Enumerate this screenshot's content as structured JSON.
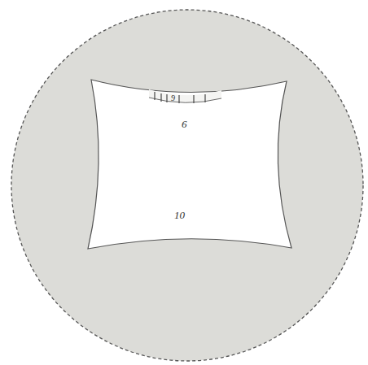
{
  "diagram": {
    "labels": [
      "9",
      "6",
      "10"
    ]
  }
}
